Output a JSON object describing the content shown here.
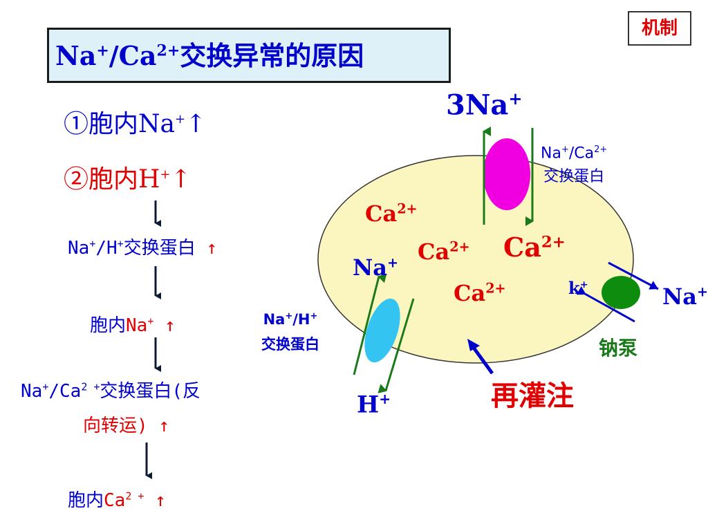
{
  "tag": "机制",
  "title": {
    "p1": "Na",
    "s1": "+",
    "p2": "/Ca",
    "s2": "2+",
    "p3": "交换异常的原因"
  },
  "causes": [
    {
      "num": "①",
      "text": "胞内Na",
      "sup": "+",
      "arrow": "↑"
    },
    {
      "num": "②",
      "text": "胞内H",
      "sup": "+",
      "arrow": "↑"
    }
  ],
  "flow": {
    "step1": {
      "a": "Na",
      "sa": "+",
      "b": "/H",
      "sb": "+",
      "c": "交换蛋白",
      "arrow": "↑"
    },
    "step2": {
      "a": "胞内",
      "b": "Na",
      "sb": "+",
      "arrow": "↑"
    },
    "step3": {
      "a": "Na",
      "sa": "+",
      "b": "/Ca",
      "sb": "2 +",
      "c": "交换蛋白(反",
      "d": "向转运)",
      "arrow": "↑"
    },
    "step4": {
      "a": "胞内",
      "b": "Ca",
      "sb": "2 +",
      "arrow": "↑"
    }
  },
  "diagram": {
    "top_ion": {
      "t": "3Na",
      "s": "+"
    },
    "ncx_label": {
      "l1a": "Na",
      "l1s": "+",
      "l1b": "/Ca",
      "l1s2": "2+",
      "l2": "交换蛋白"
    },
    "ca_ions": [
      {
        "t": "Ca",
        "s": "2+"
      },
      {
        "t": "Ca",
        "s": "2+"
      },
      {
        "t": "Ca",
        "s": "2+"
      },
      {
        "t": "Ca",
        "s": "2+"
      }
    ],
    "na_in": {
      "t": "Na",
      "s": "+"
    },
    "nhe_label": {
      "l1a": "Na",
      "l1s": "+",
      "l1b": "/H",
      "l1s2": "+",
      "l2": "交换蛋白"
    },
    "h_out": {
      "t": "H",
      "s": "+"
    },
    "k_ion": {
      "t": "k",
      "s": "+"
    },
    "na_out": {
      "t": "Na",
      "s": "+"
    },
    "pump_label": "钠泵",
    "reperfusion": "再灌注"
  },
  "colors": {
    "blue": "#0000cc",
    "red": "#e00000",
    "green": "#1a7a1a",
    "cell": "#fbf5c0",
    "magenta": "#f000e0",
    "cyan": "#33c4f2",
    "pump": "#0d8c0d"
  }
}
